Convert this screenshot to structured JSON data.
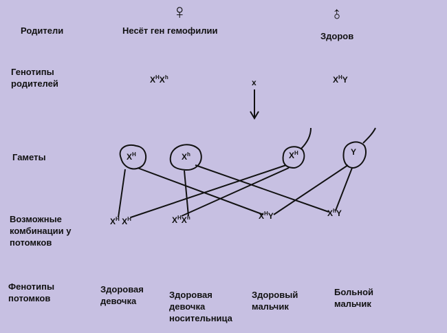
{
  "rows": {
    "parents": "Родители",
    "parent_genotypes": "Генотипы\nродителей",
    "gametes": "Гаметы",
    "combinations": "Возможные\nкомбинации у\nпотомков",
    "phenotypes": "Фенотипы\nпотомков"
  },
  "parents": {
    "female_symbol": "♀",
    "female_desc": "Несёт ген гемофилии",
    "male_symbol": "♂",
    "male_desc": "Здоров"
  },
  "genotypes": {
    "female": "XHXh",
    "male": "XHY",
    "cross_sign": "x"
  },
  "gametes": [
    "XH",
    "Xh",
    "XH",
    "Y"
  ],
  "offspring_genotypes": [
    "XH XH",
    "XHXh",
    "XHY",
    "XhY"
  ],
  "phenotypes": [
    "Здоровая\nдевочка",
    "Здоровая\nдевочка\nносительница",
    "Здоровый\nмальчик",
    "Больной\nмальчик"
  ]
}
